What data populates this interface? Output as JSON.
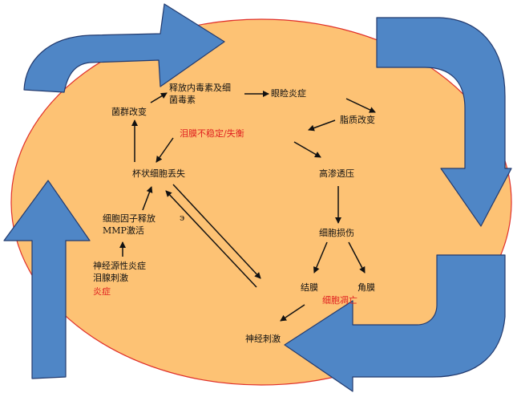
{
  "colors": {
    "ellipse_fill": "#fdc274",
    "ellipse_stroke": "#e0302a",
    "arrow_fill": "#4f86c6",
    "arrow_stroke": "#223a6e",
    "text": "#111111",
    "highlight": "#e02020"
  },
  "labels": {
    "flora_change": "菌群改变",
    "toxin_release_1": "释放内毒素及细",
    "toxin_release_2": "菌毒素",
    "blepharitis": "眼睑炎症",
    "lipid_change": "脂质改变",
    "tear_instability": "泪膜不稳定/失衡",
    "goblet_loss": "杯状细胞丢失",
    "hyperosmolarity": "高渗透压",
    "cytokine_1": "细胞因子释放",
    "cytokine_2": "MMP激活",
    "stray_glyph": "϶",
    "cell_damage": "细胞损伤",
    "neuro_1": "神经源性炎症",
    "neuro_2": "泪腺刺激",
    "inflammation": "炎症",
    "conjunctiva": "结膜",
    "cornea": "角膜",
    "apoptosis": "细胞凋亡",
    "nerve_stimulation": "神经刺激"
  }
}
